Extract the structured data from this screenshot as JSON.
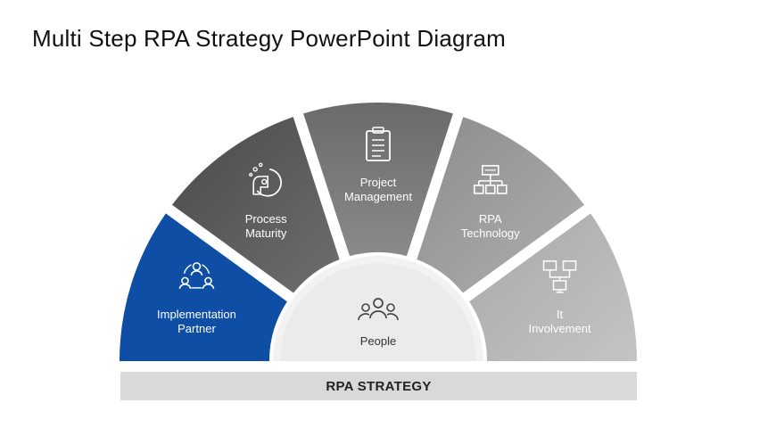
{
  "title": "Multi Step RPA Strategy PowerPoint Diagram",
  "center": {
    "label": "People",
    "icon": "people-icon"
  },
  "segments": [
    {
      "label_lines": [
        "Implementation",
        "Partner"
      ],
      "icon": "team-cycle-icon",
      "color": "#0e4ea5"
    },
    {
      "label_lines": [
        "Process",
        "Maturity"
      ],
      "icon": "process-head-icon",
      "color": "#5c5c5c"
    },
    {
      "label_lines": [
        "Project",
        "Management"
      ],
      "icon": "clipboard-icon",
      "color": "#7f7f7f"
    },
    {
      "label_lines": [
        "RPA",
        "Technology"
      ],
      "icon": "org-chart-icon",
      "color": "#9e9e9e"
    },
    {
      "label_lines": [
        "It",
        "Involvement"
      ],
      "icon": "network-computers-icon",
      "color": "#b8b8b8"
    }
  ],
  "banner": {
    "label": "RPA STRATEGY"
  }
}
